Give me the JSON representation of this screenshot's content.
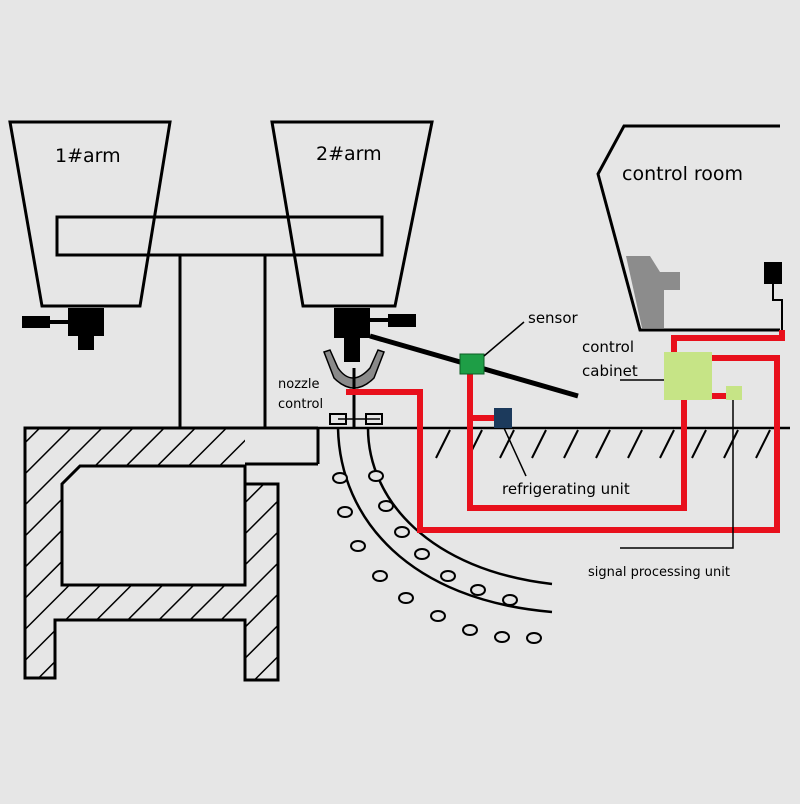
{
  "diagram": {
    "labels": {
      "arm1": "1#arm",
      "arm2": "2#arm",
      "control_room": "control room",
      "sensor": "sensor",
      "control_cabinet_line1": "control",
      "control_cabinet_line2": "cabinet",
      "nozzle_line1": "nozzle",
      "nozzle_line2": "control",
      "refrigerating_unit": "refrigerating unit",
      "signal_processing_unit": "signal processing unit"
    },
    "colors": {
      "background": "#e6e6e6",
      "line": "#000000",
      "wiring": "#e8101c",
      "sensor": "#1e9e46",
      "refrigerating_unit": "#1c3a5c",
      "control_cabinet": "#c6e486",
      "signal_processing_unit": "#c6e486",
      "nozzle": "#8a8a8a",
      "seat": "#8c8c8c"
    }
  }
}
